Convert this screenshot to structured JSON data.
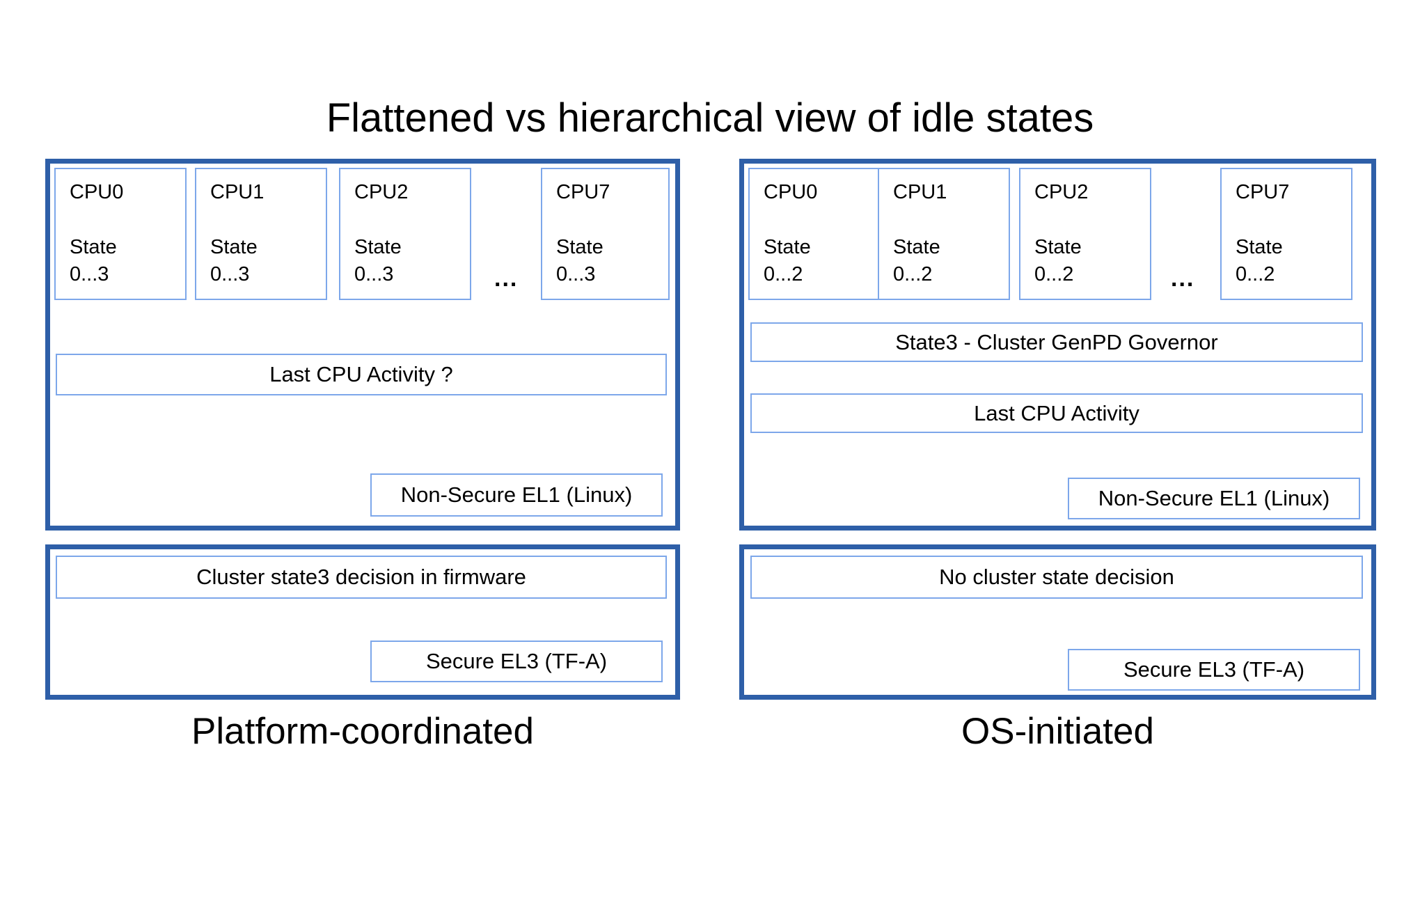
{
  "title": "Flattened vs hierarchical view of idle states",
  "colors": {
    "panel_border": "#2e5fa8",
    "box_border": "#7da7ea",
    "text": "#000000",
    "background": "#ffffff"
  },
  "panels": {
    "left": {
      "caption": "Platform-coordinated",
      "cpus": [
        {
          "label": "CPU0",
          "state_word": "State",
          "state_range": "0...3"
        },
        {
          "label": "CPU1",
          "state_word": "State",
          "state_range": "0...3"
        },
        {
          "label": "CPU2",
          "state_word": "State",
          "state_range": "0...3"
        },
        {
          "label": "CPU7",
          "state_word": "State",
          "state_range": "0...3"
        }
      ],
      "ellipsis": "...",
      "activity_box": "Last CPU Activity ?",
      "el1_box": "Non-Secure EL1 (Linux)",
      "firmware_box": "Cluster state3 decision in firmware",
      "el3_box": "Secure EL3 (TF-A)"
    },
    "right": {
      "caption": "OS-initiated",
      "cpus": [
        {
          "label": "CPU0",
          "state_word": "State",
          "state_range": "0...2"
        },
        {
          "label": "CPU1",
          "state_word": "State",
          "state_range": "0...2"
        },
        {
          "label": "CPU2",
          "state_word": "State",
          "state_range": "0...2"
        },
        {
          "label": "CPU7",
          "state_word": "State",
          "state_range": "0...2"
        }
      ],
      "ellipsis": "...",
      "governor_box": "State3 - Cluster GenPD Governor",
      "activity_box": "Last CPU Activity",
      "el1_box": "Non-Secure EL1 (Linux)",
      "decision_box": "No cluster state decision",
      "el3_box": "Secure EL3 (TF-A)"
    }
  }
}
